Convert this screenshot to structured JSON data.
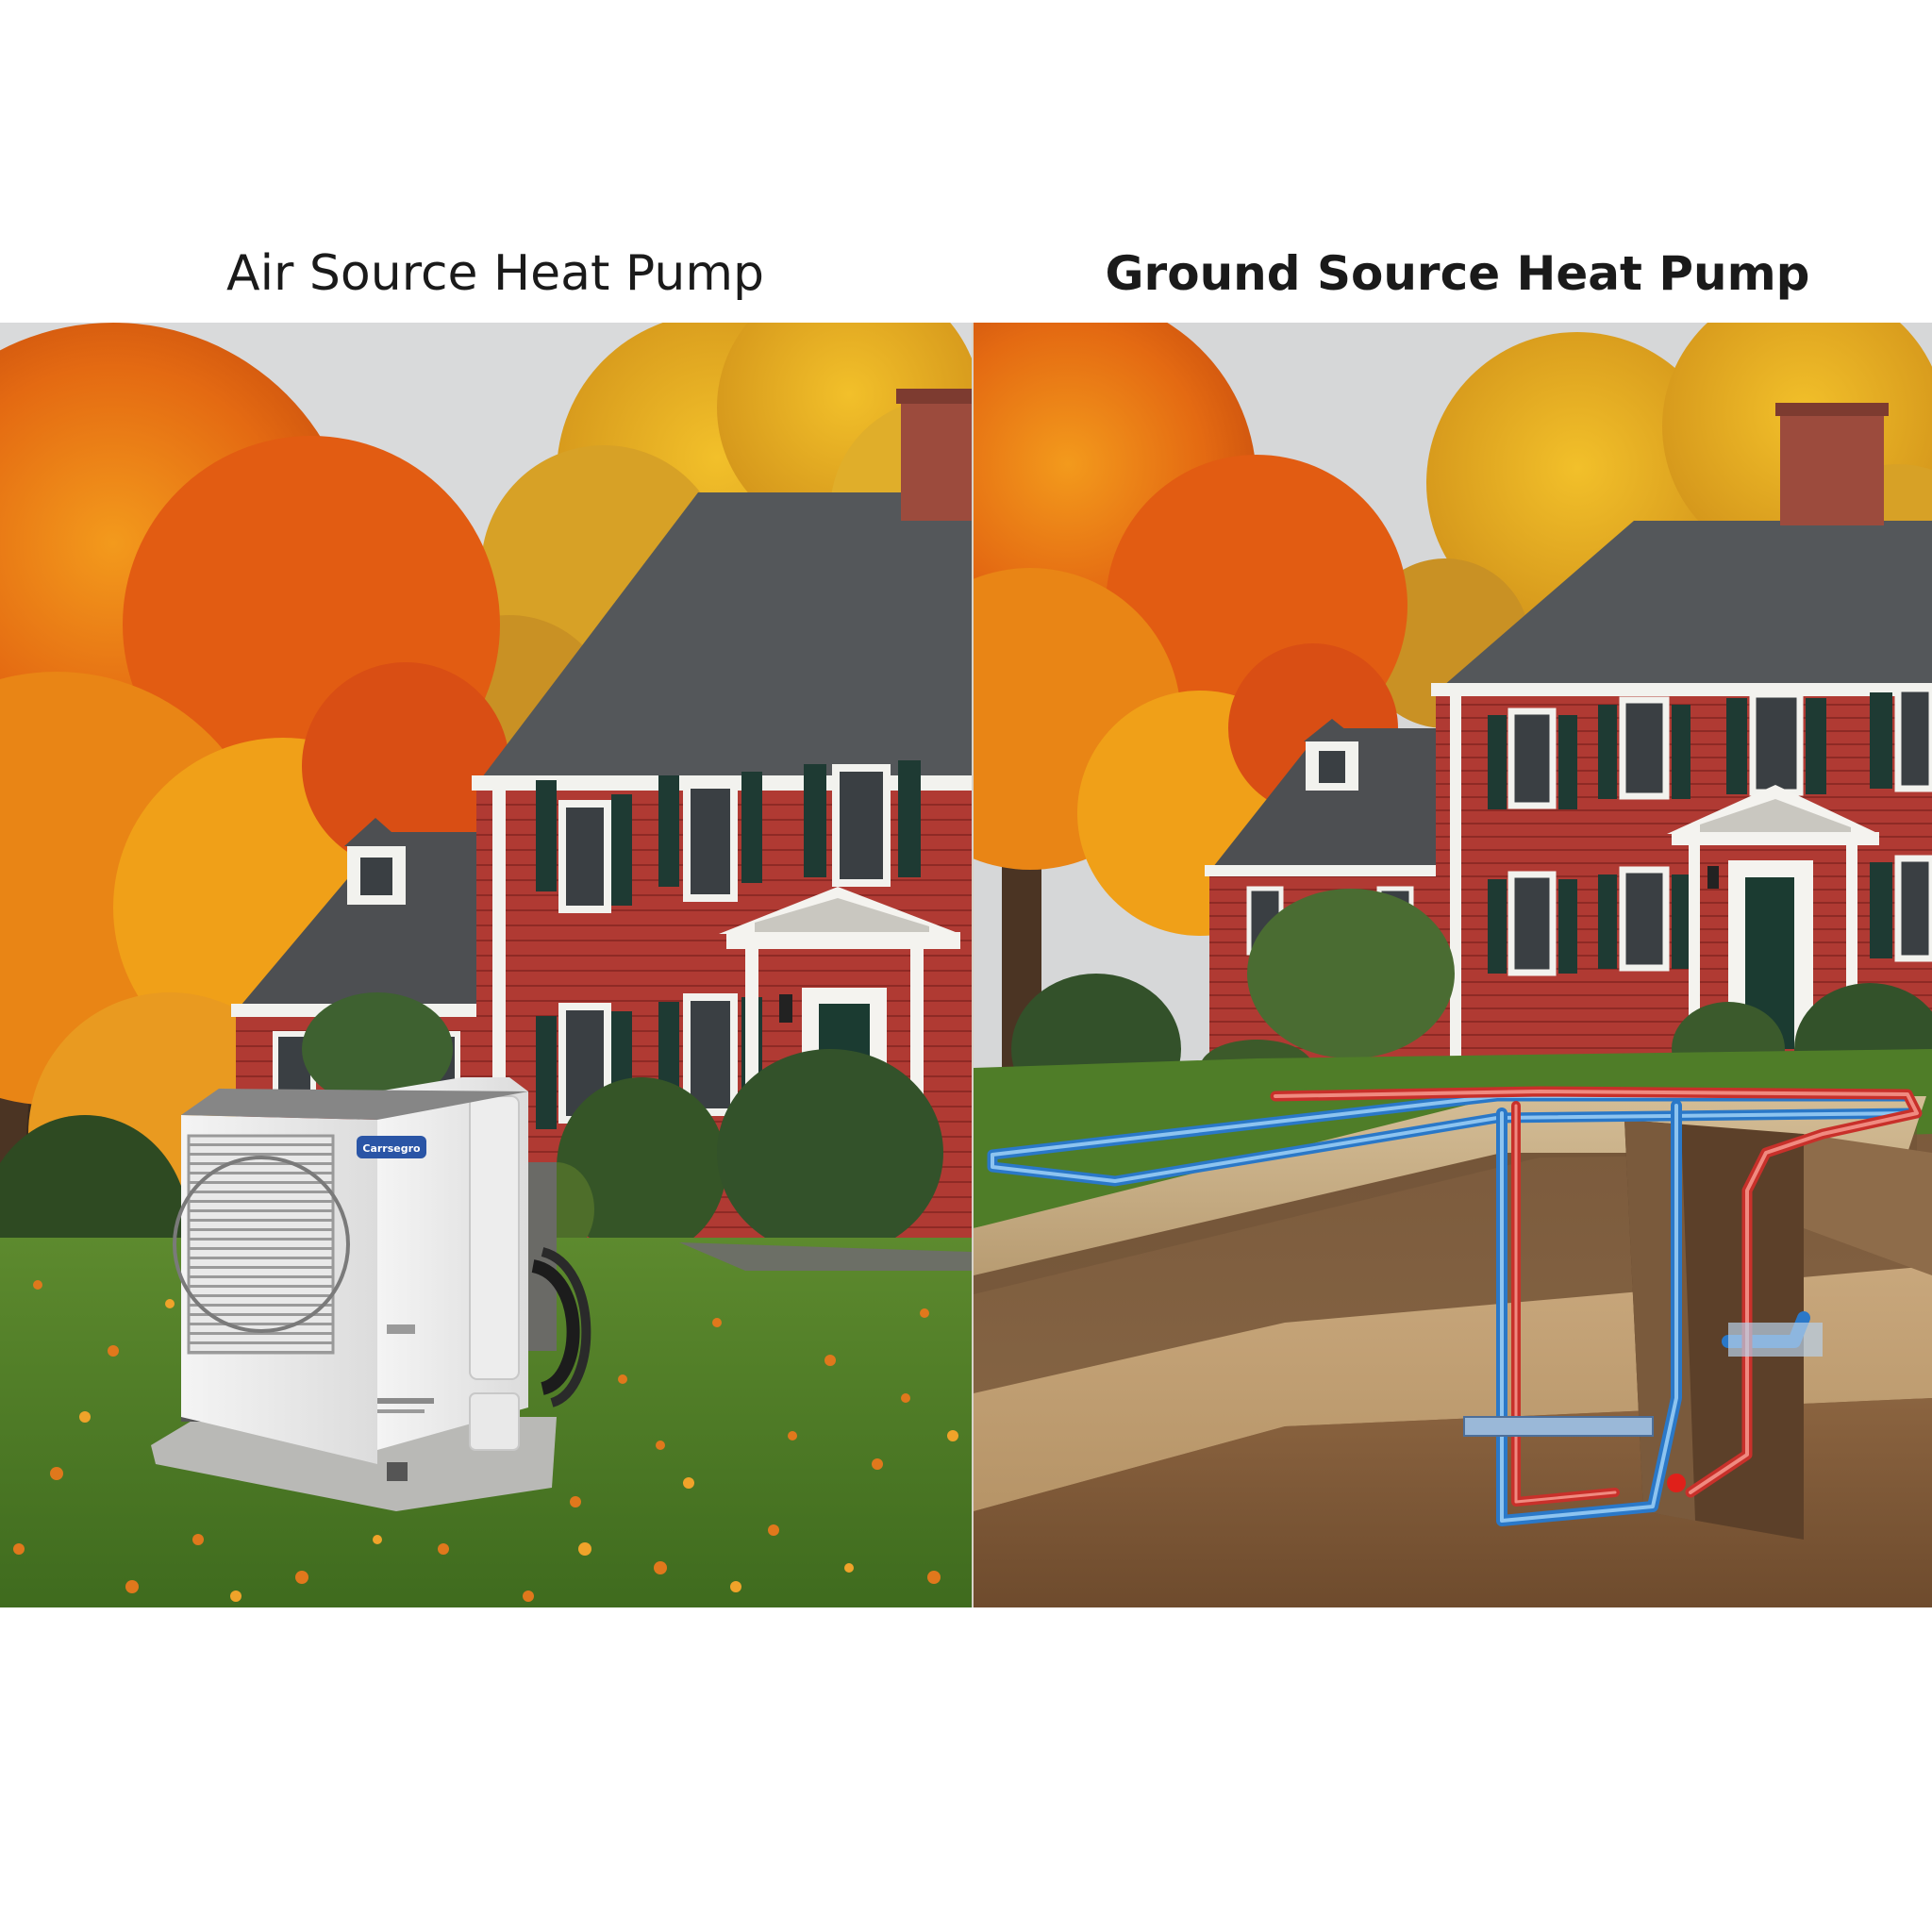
{
  "labels": {
    "left": "Air Source Heat Pump",
    "right": "Ground Source Heat Pump"
  },
  "logo_text": "Carrsegro"
}
